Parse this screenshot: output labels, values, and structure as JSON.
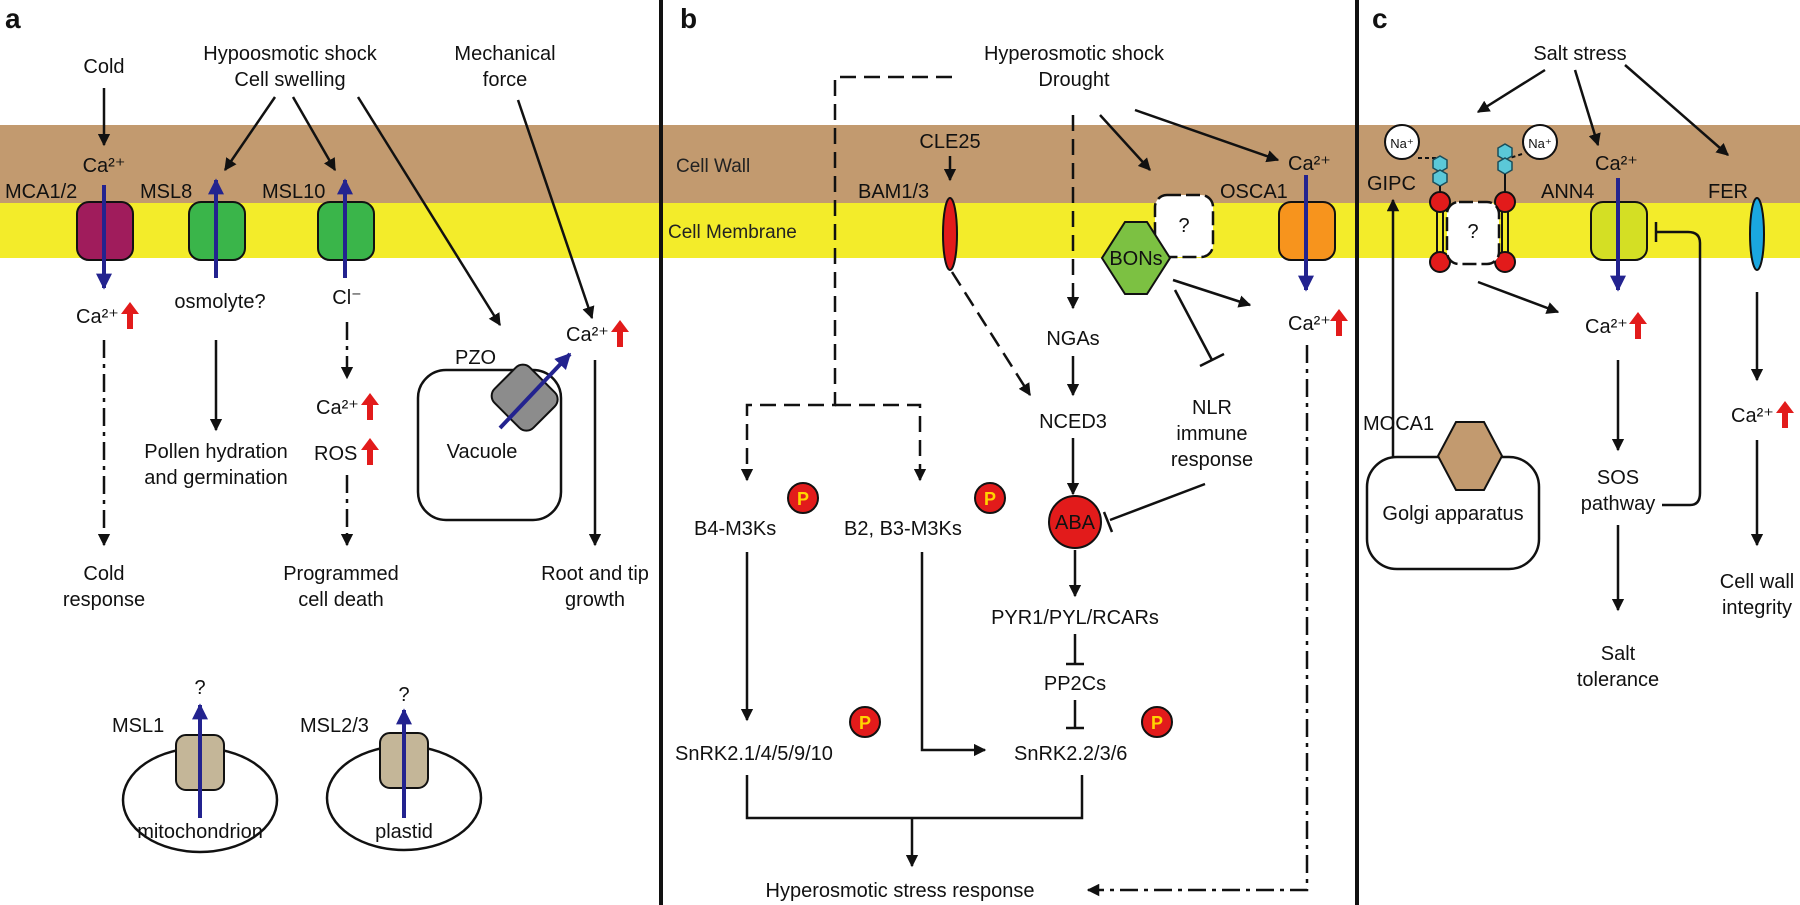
{
  "panels": {
    "a": "a",
    "b": "b",
    "c": "c"
  },
  "bands": {
    "wall": "Cell Wall",
    "membrane": "Cell Membrane"
  },
  "pa": {
    "cold": "Cold",
    "hypo1": "Hypoosmotic shock",
    "hypo2": "Cell swelling",
    "mech1": "Mechanical",
    "mech2": "force",
    "ca_top": "Ca²⁺",
    "mca": "MCA1/2",
    "msl8": "MSL8",
    "msl10": "MSL10",
    "ca_in": "Ca²⁺",
    "osmolyte": "osmolyte?",
    "cl": "Cl⁻",
    "ca_mid": "Ca²⁺",
    "ros": "ROS",
    "pzo": "PZO",
    "vacuole": "Vacuole",
    "ca_pzo": "Ca²⁺",
    "cold_resp1": "Cold",
    "cold_resp2": "response",
    "pollen1": "Pollen hydration",
    "pollen2": "and germination",
    "pcd1": "Programmed",
    "pcd2": "cell death",
    "root1": "Root and tip",
    "root2": "growth",
    "msl1": "MSL1",
    "msl23": "MSL2/3",
    "q1": "?",
    "q2": "?",
    "mito": "mitochondrion",
    "plastid": "plastid"
  },
  "pb": {
    "hyper1": "Hyperosmotic shock",
    "hyper2": "Drought",
    "cle25": "CLE25",
    "bam": "BAM1/3",
    "osca": "OSCA1",
    "ca_top": "Ca²⁺",
    "q": "?",
    "bons": "BONs",
    "ngas": "NGAs",
    "nced3": "NCED3",
    "nlr1": "NLR",
    "nlr2": "immune",
    "nlr3": "response",
    "ca_in": "Ca²⁺",
    "b4": "B4-M3Ks",
    "b2": "B2, B3-M3Ks",
    "aba": "ABA",
    "pyr": "PYR1/PYL/RCARs",
    "pp2c": "PP2Cs",
    "snrk1": "SnRK2.1/4/5/9/10",
    "snrk2": "SnRK2.2/3/6",
    "p": "P",
    "resp": "Hyperosmotic stress response"
  },
  "pc": {
    "salt": "Salt stress",
    "na": "Na⁺",
    "gipc": "GIPC",
    "ann4": "ANN4",
    "fer": "FER",
    "ca_top": "Ca²⁺",
    "q": "?",
    "ca_in": "Ca²⁺",
    "ca_fer": "Ca²⁺",
    "moca": "MOCA1",
    "golgi": "Golgi apparatus",
    "sos1": "SOS",
    "sos2": "pathway",
    "salt_tol1": "Salt",
    "salt_tol2": "tolerance",
    "cwi1": "Cell wall",
    "cwi2": "integrity"
  },
  "colors": {
    "wall": "#c29a6f",
    "membrane": "#f3ec2a",
    "mca": "#a01c5c",
    "msl": "#3ab54a",
    "osca": "#f7941d",
    "ann4": "#d4df24",
    "fer": "#1aa7e0",
    "bons": "#7cc142",
    "aba": "#e21b1b",
    "phospho": "#e21b1b",
    "organelle_channel": "#c4b698",
    "pzo": "#8c8c8c"
  }
}
